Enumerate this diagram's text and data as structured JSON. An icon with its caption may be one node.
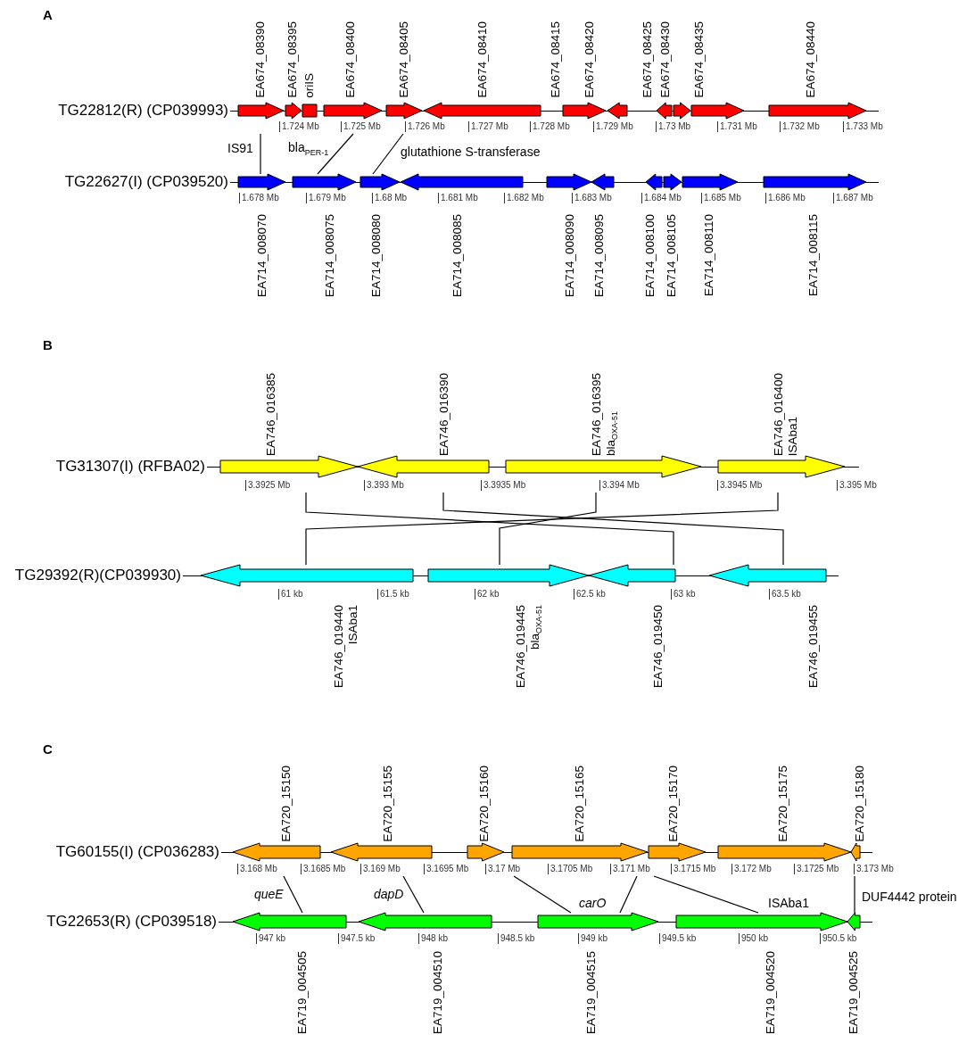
{
  "diagram": {
    "nodes": [
      {
        "text": [
          "EA674_08390"
        ]
      },
      {
        "text": [
          "EA674_08395"
        ]
      },
      {
        "text": [
          "oriIS"
        ]
      },
      {
        "text": [
          "EA674_08400"
        ]
      },
      {
        "text": [
          "EA674_08405"
        ]
      },
      {
        "text": [
          "EA674_08410"
        ]
      },
      {
        "text": [
          "EA674_08415"
        ]
      },
      {
        "text": [
          "EA674_08420"
        ]
      },
      {
        "text": [
          "EA674_08425"
        ]
      },
      {
        "text": [
          "EA674_08430"
        ]
      },
      {
        "text": [
          "EA674_08435"
        ]
      },
      {
        "text": [
          "EA674_08440"
        ]
      },
      {
        "text": [
          "EA714_008070"
        ]
      },
      {
        "text": [
          "EA714_008075"
        ]
      },
      {
        "text": [
          "EA714_008080"
        ]
      },
      {
        "text": [
          "EA714_008085"
        ]
      },
      {
        "text": [
          "EA714_008090"
        ]
      },
      {
        "text": [
          "EA714_008095"
        ]
      },
      {
        "text": [
          "EA714_008100"
        ]
      },
      {
        "text": [
          "EA714_008105"
        ]
      },
      {
        "text": [
          "EA714_008110"
        ]
      },
      {
        "text": [
          "EA714_008115"
        ]
      },
      {
        "text": [
          "EA746_016385"
        ]
      },
      {
        "text": [
          "EA746_016390"
        ]
      },
      {
        "text": [
          "EA746_016395",
          "bla$_{OXA-51}$"
        ]
      },
      {
        "text": [
          "EA746_016400",
          "ISAba1"
        ]
      },
      {
        "text": [
          "EA746_019440",
          "ISAba1"
        ]
      },
      {
        "text": [
          "EA746_019445",
          "bla$_{OXA-51}$"
        ]
      },
      {
        "text": [
          "EA746_019450"
        ]
      },
      {
        "text": [
          "EA746_019455"
        ]
      },
      {
        "text": [
          "EA720_15150"
        ]
      },
      {
        "text": [
          "EA720_15155"
        ]
      },
      {
        "text": [
          "EA720_15160"
        ]
      },
      {
        "text": [
          "EA720_15165"
        ]
      },
      {
        "text": [
          "EA720_15170"
        ]
      },
      {
        "text": [
          "EA720_15175"
        ]
      },
      {
        "text": [
          "EA720_15180"
        ]
      },
      {
        "text": [
          "EA719_004505"
        ]
      },
      {
        "text": [
          "EA719_004510"
        ]
      },
      {
        "text": [
          "EA719_004515"
        ]
      },
      {
        "text": [
          "EA719_004520"
        ]
      },
      {
        "text": [
          "EA719_004525"
        ]
      }
    ],
    "edges": [
      {
        "from": 0,
        "to": 12,
        "arrow": "none",
        "label": "IS91"
      },
      {
        "from": 3,
        "to": 13,
        "arrow": "none",
        "label": "bla$_{PER-1}$"
      },
      {
        "from": 4,
        "to": 14,
        "arrow": "none",
        "label": "glutathione S-transferase"
      },
      {
        "from": 22,
        "to": 28,
        "arrow": "none"
      },
      {
        "from": 23,
        "to": 29,
        "arrow": "none"
      },
      {
        "from": 24,
        "to": 27,
        "arrow": "none"
      },
      {
        "from": 25,
        "to": 26,
        "arrow": "none"
      },
      {
        "from": 30,
        "to": 37,
        "arrow": "none",
        "label": "queE"
      },
      {
        "from": 31,
        "to": 38,
        "arrow": "none",
        "label": "dapD"
      },
      {
        "from": 33,
        "to": 39,
        "arrow": "none",
        "label": "carO"
      },
      {
        "from": 33,
        "to": 39,
        "arrow": "none"
      },
      {
        "from": 34,
        "to": 40,
        "arrow": "none",
        "label": "ISAba1"
      },
      {
        "from": 36,
        "to": 41,
        "arrow": "none",
        "label": "DUF4442 protein"
      }
    ],
    "labels": [
      "A",
      "TG22812(R) (CP039993)",
      "1.724 Mb",
      "1.725 Mb",
      "1.726 Mb",
      "1.727 Mb",
      "1.728 Mb",
      "1.729 Mb",
      "1.73 Mb",
      "1.731 Mb",
      "1.732 Mb",
      "1.733 Mb",
      "TG22627(I) (CP039520)",
      "1.678 Mb",
      "1.679 Mb",
      "1.68 Mb",
      "1.681 Mb",
      "1.682 Mb",
      "1.683 Mb",
      "1.684 Mb",
      "1.685 Mb",
      "1.686 Mb",
      "1.687 Mb",
      "B",
      "TG31307(I) (RFBA02)",
      "3.3925 Mb",
      "3.393 Mb",
      "3.3935 Mb",
      "3.394 Mb",
      "3.3945 Mb",
      "3.395 Mb",
      "TG29392(R)(CP039930)",
      "61 kb",
      "61.5 kb",
      "62 kb",
      "62.5 kb",
      "63 kb",
      "63.5 kb",
      "C",
      "TG60155(I) (CP036283)",
      "3.168 Mb",
      "3.1685 Mb",
      "3.169 Mb",
      "3.1695 Mb",
      "3.17 Mb",
      "3.1705 Mb",
      "3.171 Mb",
      "3.1715 Mb",
      "3.172 Mb",
      "3.1725 Mb",
      "3.173 Mb",
      "TG22653(R) (CP039518)",
      "947 kb",
      "947.5 kb",
      "948 kb",
      "948.5 kb",
      "949 kb",
      "949.5 kb",
      "950 kb",
      "950.5 kb"
    ]
  }
}
